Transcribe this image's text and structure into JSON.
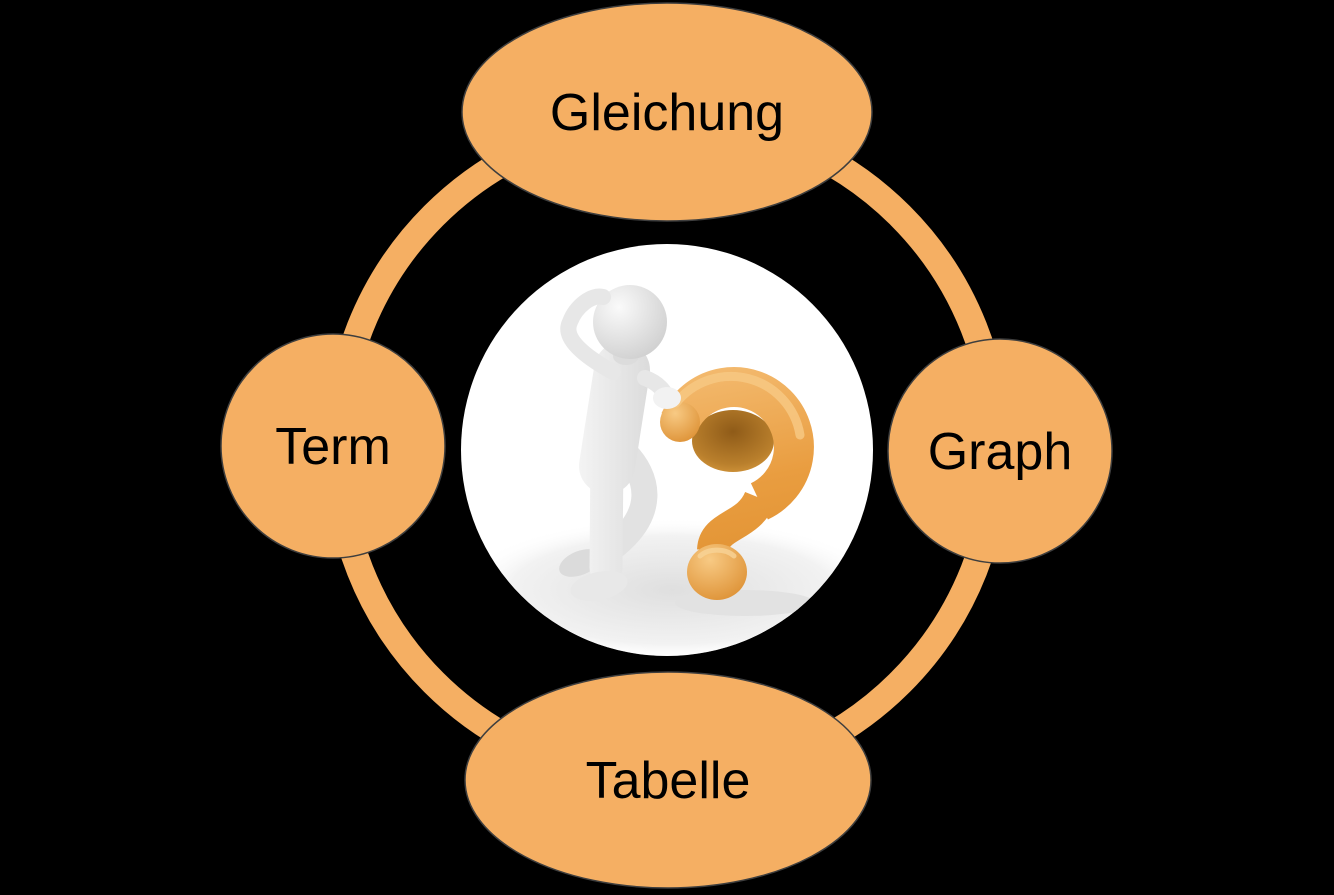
{
  "colors": {
    "background": "#000000",
    "ring": "#F5AF63",
    "node_fill": "#F5AF63",
    "node_outline": "#3E3E3E",
    "label": "#000000",
    "center_bg": "#FFFFFF",
    "question_mark": "#E89B3D",
    "figure": "#EDEDED"
  },
  "diagram": {
    "center_icon": "thinking-figure-with-question-mark",
    "nodes": {
      "top": {
        "label": "Gleichung"
      },
      "left": {
        "label": "Term"
      },
      "right": {
        "label": "Graph"
      },
      "bottom": {
        "label": "Tabelle"
      }
    }
  }
}
